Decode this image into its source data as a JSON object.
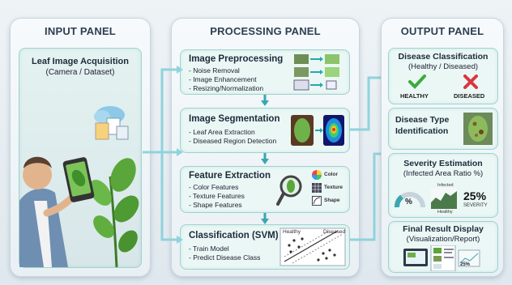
{
  "input_panel": {
    "title": "INPUT PANEL",
    "box_title": "Leaf Image Acquisition",
    "box_subtitle": "(Camera / Dataset)"
  },
  "processing_panel": {
    "title": "PROCESSING PANEL",
    "steps": [
      {
        "title": "Image Preprocessing",
        "bullets": [
          "- Noise Removal",
          "- Image Enhancement",
          "- Resizing/Normalization"
        ]
      },
      {
        "title": "Image Segmentation",
        "bullets": [
          "- Leaf Area Extraction",
          "- Diseased Region Detection"
        ]
      },
      {
        "title": "Feature Extraction",
        "bullets": [
          "- Color Features",
          "- Texture Features",
          "- Shape Features"
        ],
        "icon_labels": [
          "Color",
          "Texture",
          "Shape"
        ]
      },
      {
        "title": "Classification (SVM)",
        "bullets": [
          "- Train Model",
          "- Predict Disease Class"
        ],
        "plot_labels": [
          "Healthy",
          "Diseased"
        ]
      }
    ]
  },
  "output_panel": {
    "title": "OUTPUT PANEL",
    "classification": {
      "title": "Disease Classification",
      "subtitle": "(Healthy / Diseased)",
      "healthy": "HEALTHY",
      "diseased": "DISEASED"
    },
    "type": {
      "title": "Disease Type",
      "title2": "Identification"
    },
    "severity": {
      "title": "Severity Estimation",
      "subtitle": "(Infected Area Ratio %)",
      "gauge_symbol": "%",
      "infected": "Infected",
      "healthy": "Healthy",
      "value": "25%",
      "value_label": "SEVERITY"
    },
    "final": {
      "title": "Final Result Display",
      "subtitle": "(Visualization/Report)",
      "report_value": "25%"
    }
  },
  "colors": {
    "accent": "#4fb3bf",
    "healthy": "#3caa3c",
    "diseased": "#d9363e"
  }
}
